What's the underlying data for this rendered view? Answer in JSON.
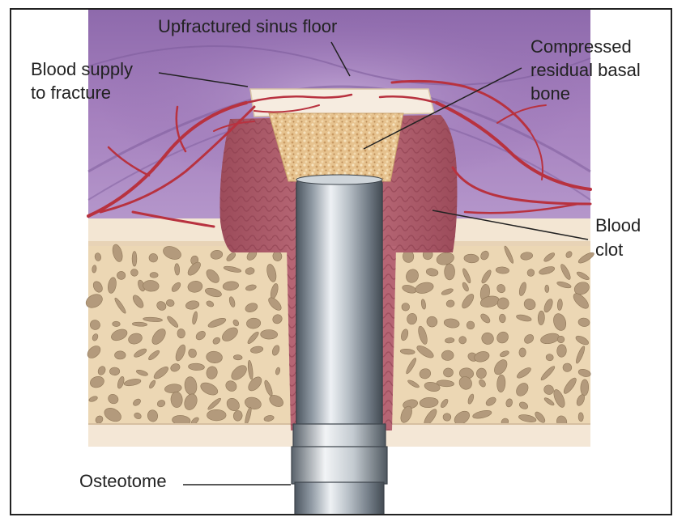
{
  "labels": {
    "upfractured_sinus_floor": "Upfractured sinus floor",
    "blood_supply_line1": "Blood supply",
    "blood_supply_line2": "to fracture",
    "compressed_line1": "Compressed",
    "compressed_line2": "residual basal",
    "compressed_line3": "bone",
    "blood_clot_line1": "Blood",
    "blood_clot_line2": "clot",
    "osteotome": "Osteotome"
  },
  "colors": {
    "sinus_membrane": "#9a73b2",
    "clot": "#b25c68",
    "vessels": "#b8323f",
    "bone_matrix": "#ecd7b4",
    "bone_spaces": "#b39a7c",
    "compressed_bone": "#e3c08c",
    "instrument": "#9aa3ac",
    "cortical_bone": "#f4e7d6"
  }
}
